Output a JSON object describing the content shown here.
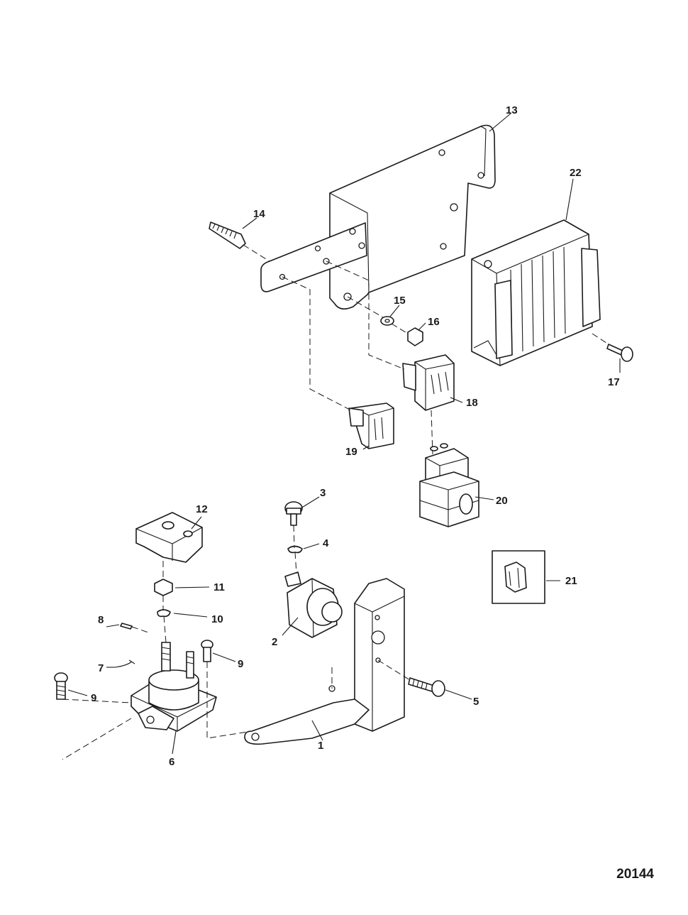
{
  "figure_number": "20144",
  "callouts": [
    {
      "id": "c1",
      "label": "1"
    },
    {
      "id": "c2",
      "label": "2"
    },
    {
      "id": "c3",
      "label": "3"
    },
    {
      "id": "c4",
      "label": "4"
    },
    {
      "id": "c5",
      "label": "5"
    },
    {
      "id": "c6",
      "label": "6"
    },
    {
      "id": "c7",
      "label": "7"
    },
    {
      "id": "c8",
      "label": "8"
    },
    {
      "id": "c9a",
      "label": "9"
    },
    {
      "id": "c9b",
      "label": "9"
    },
    {
      "id": "c10",
      "label": "10"
    },
    {
      "id": "c11",
      "label": "11"
    },
    {
      "id": "c12",
      "label": "12"
    },
    {
      "id": "c13",
      "label": "13"
    },
    {
      "id": "c14",
      "label": "14"
    },
    {
      "id": "c15",
      "label": "15"
    },
    {
      "id": "c16",
      "label": "16"
    },
    {
      "id": "c17",
      "label": "17"
    },
    {
      "id": "c18",
      "label": "18"
    },
    {
      "id": "c19",
      "label": "19"
    },
    {
      "id": "c20",
      "label": "20"
    },
    {
      "id": "c21",
      "label": "21"
    },
    {
      "id": "c22",
      "label": "22"
    }
  ]
}
